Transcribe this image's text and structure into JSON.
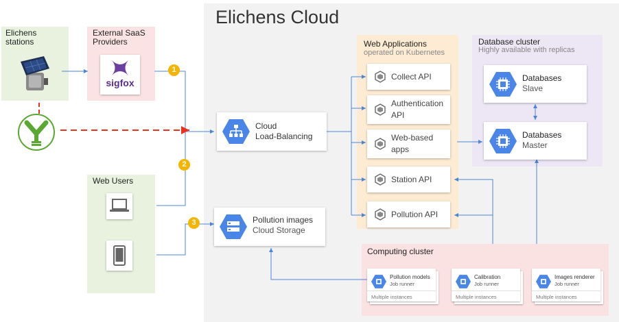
{
  "title": "Elichens Cloud",
  "stations": {
    "label": "Elichens stations"
  },
  "saas": {
    "label": "External SaaS Providers",
    "logo_text": "sigfox"
  },
  "web_users": {
    "label": "Web Users"
  },
  "load_balancer": {
    "line1": "Cloud",
    "line2": "Load-Balancing"
  },
  "storage": {
    "line1": "Pollution images",
    "line2": "Cloud Storage"
  },
  "web_apps": {
    "label": "Web Applications",
    "sublabel": "operated on Kubernetes",
    "items": [
      "Collect API",
      "Authentication API",
      "Web-based apps",
      "Station API",
      "Pollution API"
    ]
  },
  "db_cluster": {
    "label": "Database cluster",
    "sublabel": "Highly available with replicas",
    "slave": {
      "line1": "Databases",
      "line2": "Slave"
    },
    "master": {
      "line1": "Databases",
      "line2": "Master"
    }
  },
  "computing": {
    "label": "Computing cluster",
    "jobs": [
      {
        "name": "Pollution models",
        "sub": "Job runner",
        "inst": "Multiple instances"
      },
      {
        "name": "Calibration",
        "sub": "Job runner",
        "inst": "Multiple instances"
      },
      {
        "name": "Images renderer",
        "sub": "Job runner",
        "inst": "Multiple instances"
      }
    ]
  },
  "badges": [
    "1",
    "2",
    "3"
  ],
  "colors": {
    "cloud_bg": "#f2f2f2",
    "web_apps_bg": "#fdebd3",
    "db_bg": "#ece6f5",
    "computing_bg": "#fbe2e2",
    "green_zone": "#e8f2df",
    "pink_zone": "#fbe3e3",
    "gcp_blue": "#4a86e8",
    "arrow_blue": "#4a86d8",
    "badge": "#f5b400",
    "dashed_red": "#e8321c"
  },
  "icons": [
    "solar-station-icon",
    "sigfox-logo",
    "laptop-icon",
    "tablet-icon",
    "antenna-icon",
    "load-balancing-icon",
    "cloud-storage-icon",
    "kubernetes-icon",
    "database-chip-icon"
  ]
}
